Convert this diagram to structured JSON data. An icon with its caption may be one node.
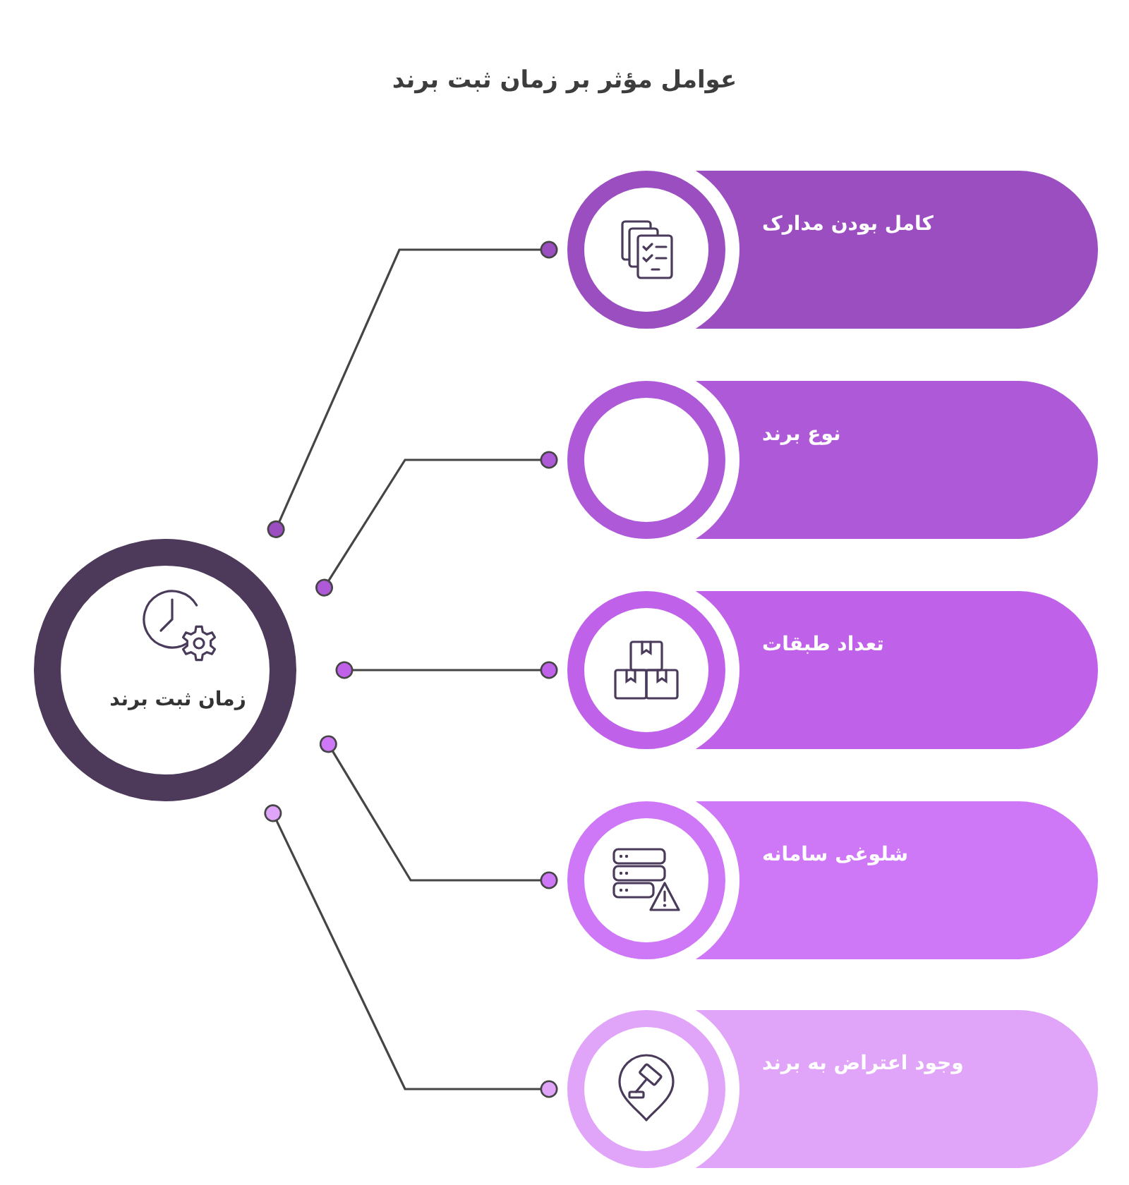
{
  "diagram": {
    "title": "عوامل مؤثر بر زمان ثبت برند",
    "nodes": [
      {
        "text": [
          "زمان ثبت برند"
        ]
      },
      {
        "text": [
          "کامل بودن مدارک"
        ]
      },
      {
        "text": [
          "نوع برند"
        ]
      },
      {
        "text": [
          "تعداد طبقات"
        ]
      },
      {
        "text": [
          "شلوغی سامانه"
        ]
      },
      {
        "text": [
          "وجود اعتراض به برند"
        ]
      }
    ],
    "edges": [
      {
        "from": 0,
        "to": 1,
        "arrow": "other"
      },
      {
        "from": 0,
        "to": 2,
        "arrow": "other"
      },
      {
        "from": 0,
        "to": 3,
        "arrow": "other"
      },
      {
        "from": 0,
        "to": 4,
        "arrow": "other"
      },
      {
        "from": 0,
        "to": 5,
        "arrow": "other"
      }
    ]
  }
}
